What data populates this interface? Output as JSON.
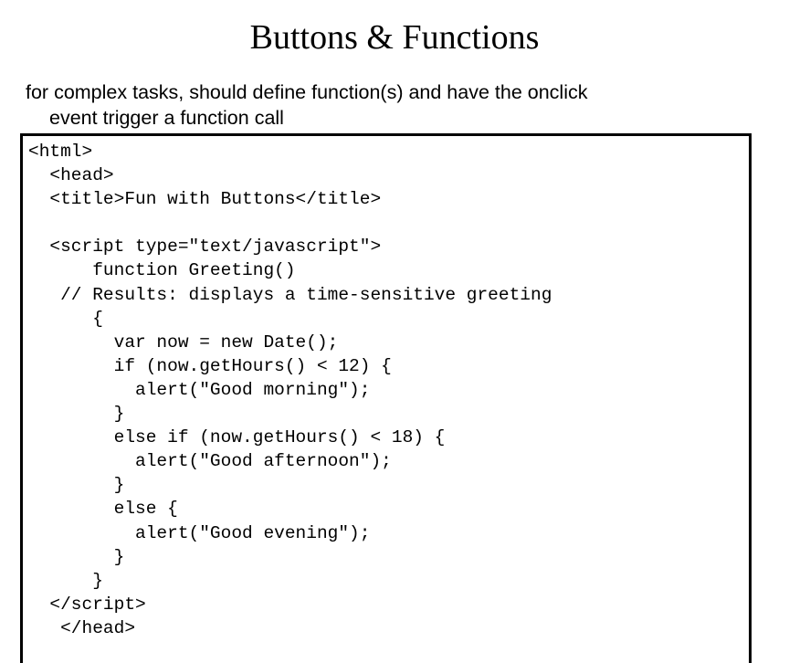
{
  "slide": {
    "title": "Buttons & Functions",
    "subtitle_line1": "for complex tasks, should define function(s) and have the onclick",
    "subtitle_line2": "event trigger a function call",
    "colors": {
      "background": "#ffffff",
      "text": "#000000",
      "code_border": "#000000"
    }
  },
  "code_block": {
    "language": "html",
    "lines": [
      "<html>",
      "  <head>",
      "  <title>Fun with Buttons</title>",
      "",
      "  <script type=\"text/javascript\">",
      "      function Greeting()",
      "   // Results: displays a time-sensitive greeting",
      "      {",
      "        var now = new Date();",
      "        if (now.getHours() < 12) {",
      "          alert(\"Good morning\");",
      "        }",
      "        else if (now.getHours() < 18) {",
      "          alert(\"Good afternoon\");",
      "        }",
      "        else {",
      "          alert(\"Good evening\");",
      "        }",
      "      }",
      "  </script>",
      "   </head>"
    ]
  }
}
